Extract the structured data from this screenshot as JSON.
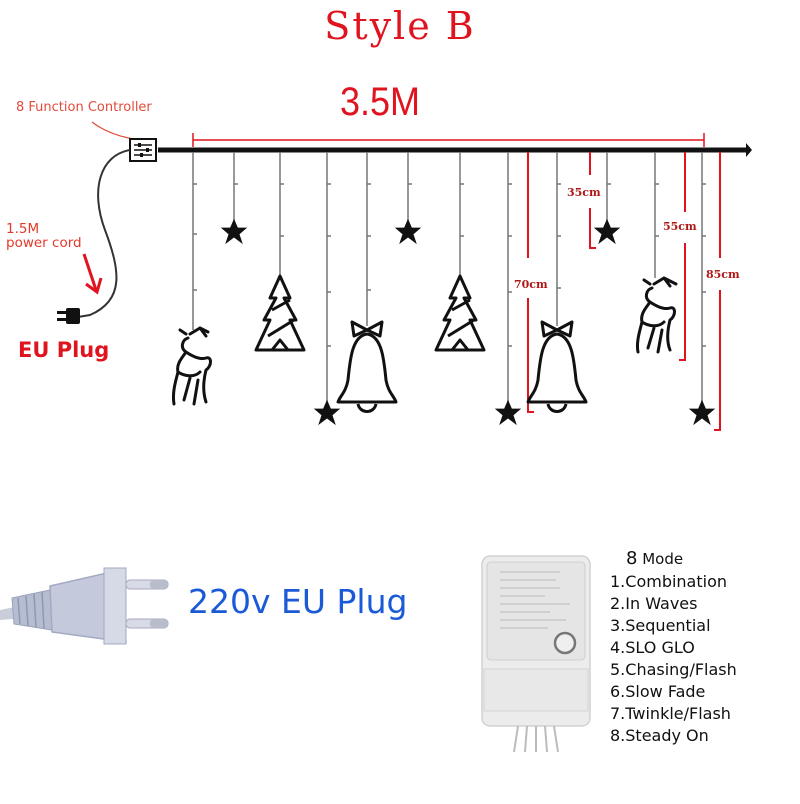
{
  "title": "Style B",
  "diagram": {
    "length_label": "3.5M",
    "controller_label": "8 Function Controller",
    "power_cord_label_line1": "1.5M",
    "power_cord_label_line2": "power cord",
    "plug_label": "EU Plug",
    "drop_lengths": [
      {
        "label": "35cm"
      },
      {
        "label": "55cm"
      },
      {
        "label": "70cm"
      },
      {
        "label": "85cm"
      }
    ],
    "ornaments": [
      "reindeer",
      "star",
      "tree",
      "star",
      "bell",
      "star",
      "tree",
      "star",
      "bell",
      "star",
      "reindeer",
      "star"
    ],
    "colors": {
      "accent_red": "#e0141e",
      "line_black": "#111111",
      "plug_blue": "#1a5ad6"
    }
  },
  "plug_section": {
    "label": "220v EU Plug"
  },
  "controller_section": {
    "modes_count": "8",
    "modes_title": "Mode",
    "modes": [
      "1.Combination",
      "2.In Waves",
      "3.Sequential",
      "4.SLO GLO",
      "5.Chasing/Flash",
      "6.Slow Fade",
      "7.Twinkle/Flash",
      "8.Steady On"
    ]
  }
}
